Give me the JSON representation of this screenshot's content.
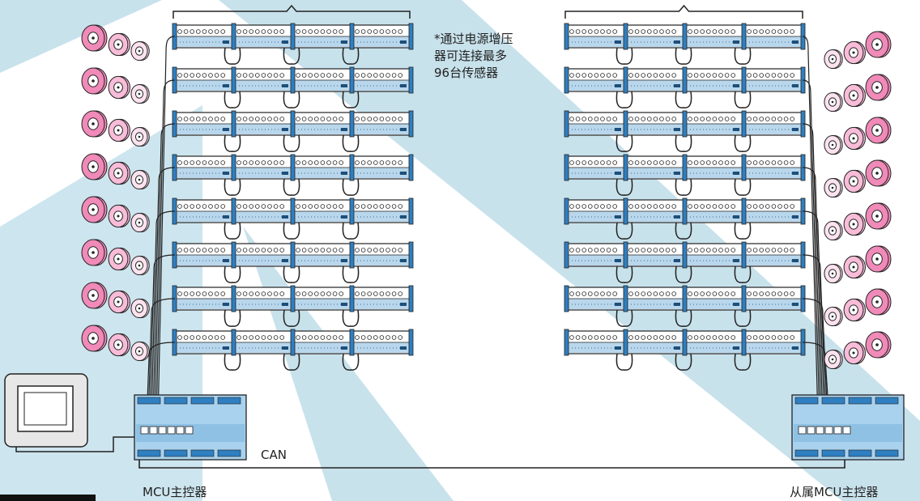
{
  "note": {
    "line1": "*通过电源增压",
    "line2": "器可连接最多",
    "line3": "96台传感器"
  },
  "labels": {
    "can": "CAN",
    "master": "MCU主控器",
    "slave": "从属MCU主控器"
  },
  "diagram": {
    "rows_per_side": 8,
    "modules_per_row": 4,
    "ring_rows": 8,
    "rings_per_row": 3
  },
  "colors": {
    "background_stripe": "#c8e2ec",
    "module_blue": "#2f7fc1",
    "module_light": "#b9d7ec",
    "controller_body": "#a9d2ee",
    "ring_pink": "#f08ab8",
    "ring_pink_light": "#f8bcd8",
    "line": "#222222"
  }
}
